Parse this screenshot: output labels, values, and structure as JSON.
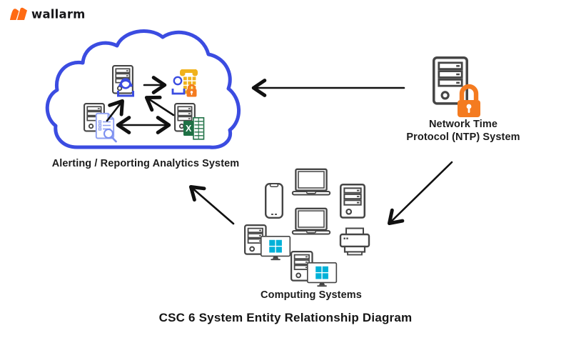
{
  "brand": {
    "name": "wallarm"
  },
  "title": "CSC 6 System Entity Relationship Diagram",
  "systems": {
    "analytics": {
      "label": "Alerting / Reporting Analytics System",
      "components": [
        "operator-alert-server",
        "log-review-server",
        "spreadsheet-report-server",
        "secured-contact-notification"
      ]
    },
    "ntp": {
      "label_line1": "Network Time",
      "label_line2": "Protocol (NTP) System"
    },
    "computing": {
      "label": "Computing Systems",
      "devices": [
        "smartphone",
        "laptop",
        "server-tower",
        "laptop",
        "windows-desktop",
        "printer",
        "windows-desktop"
      ]
    }
  },
  "relations": [
    {
      "from": "NTP System",
      "to": "Alerting / Reporting Analytics System",
      "type": "one-way"
    },
    {
      "from": "NTP System",
      "to": "Computing Systems",
      "type": "one-way"
    },
    {
      "from": "Computing Systems",
      "to": "Alerting / Reporting Analytics System",
      "type": "one-way"
    },
    {
      "from": "operator-alert-server",
      "to": "secured-contact-notification",
      "type": "one-way"
    },
    {
      "from": "log-review-server",
      "to": "operator-alert-server",
      "type": "one-way"
    },
    {
      "from": "spreadsheet-report-server",
      "to": "operator-alert-server",
      "type": "one-way"
    },
    {
      "from": "log-review-server",
      "to": "spreadsheet-report-server",
      "type": "two-way"
    }
  ],
  "glyphs": {
    "excel_x": "X"
  },
  "colors": {
    "cloud_stroke": "#3b4ce1",
    "wallarm_orange": "#ff6a13",
    "lock_orange": "#f47b20",
    "excel_green": "#1f7145",
    "doc_periwinkle": "#8fa0f2",
    "keypad_gold": "#f0b21c",
    "windows_cyan": "#00b1d8",
    "icon_outline": "#454545",
    "arrow_black": "#111111",
    "text_dark": "#1c1c1c"
  }
}
